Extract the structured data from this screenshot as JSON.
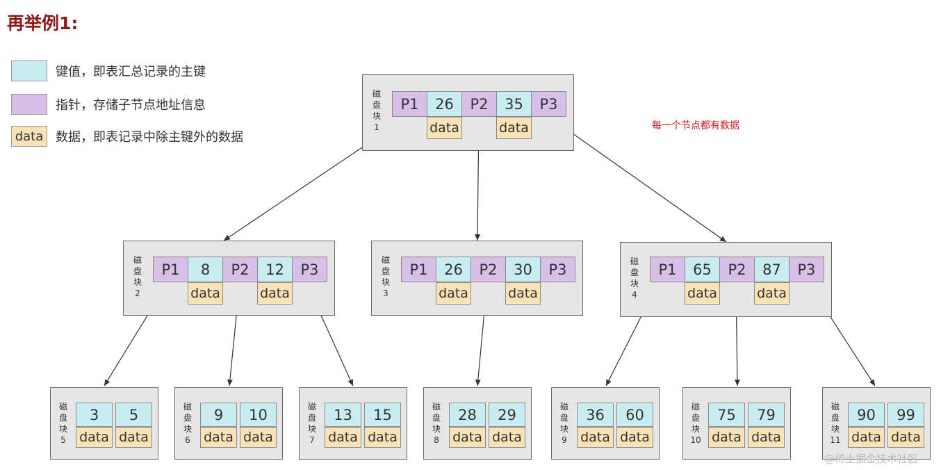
{
  "title": "再举例1:",
  "legend": [
    {
      "swatch": "",
      "label": "键值，即表汇总记录的主键",
      "color": "#c8ecf0"
    },
    {
      "swatch": "",
      "label": "指针，存储子节点地址信息",
      "color": "#d8bfe8"
    },
    {
      "swatch": "data",
      "label": "数据，即表记录中除主键外的数据",
      "color": "#f8e2b6"
    }
  ],
  "note": "每一个节点都有数据",
  "watermark": "@稀土掘金技术社区",
  "block_label": "磁盘块",
  "pointer_labels": [
    "P1",
    "P2",
    "P3"
  ],
  "data_label": "data",
  "blocks": [
    {
      "id": "1",
      "keys": [
        "26",
        "35"
      ]
    },
    {
      "id": "2",
      "keys": [
        "8",
        "12"
      ]
    },
    {
      "id": "3",
      "keys": [
        "26",
        "30"
      ]
    },
    {
      "id": "4",
      "keys": [
        "65",
        "87"
      ]
    },
    {
      "id": "5",
      "keys": [
        "3",
        "5"
      ]
    },
    {
      "id": "6",
      "keys": [
        "9",
        "10"
      ]
    },
    {
      "id": "7",
      "keys": [
        "13",
        "15"
      ]
    },
    {
      "id": "8",
      "keys": [
        "28",
        "29"
      ]
    },
    {
      "id": "9",
      "keys": [
        "36",
        "60"
      ]
    },
    {
      "id": "10",
      "keys": [
        "75",
        "79"
      ]
    },
    {
      "id": "11",
      "keys": [
        "90",
        "99"
      ]
    }
  ]
}
